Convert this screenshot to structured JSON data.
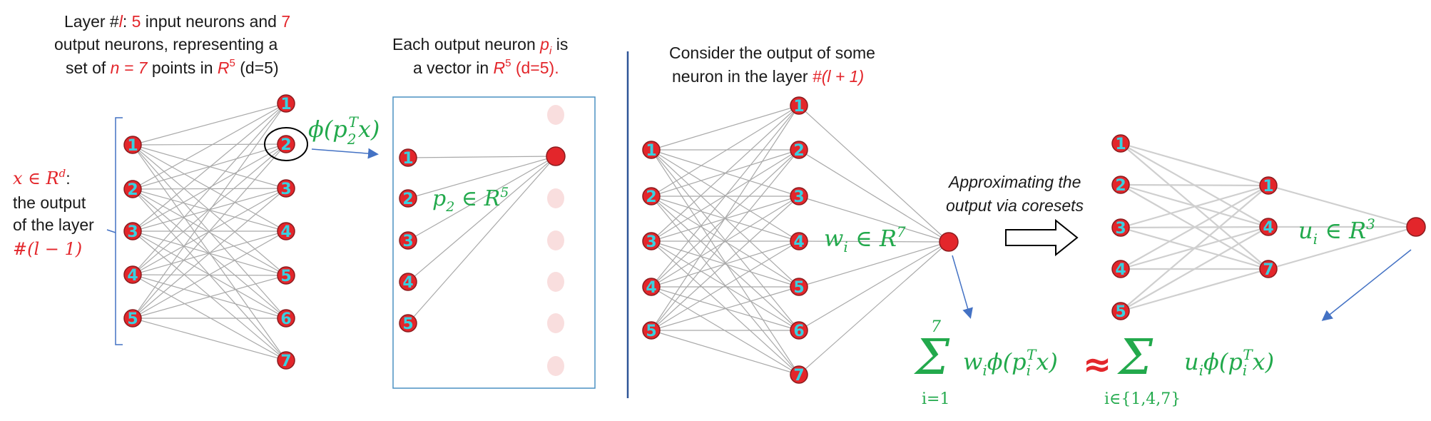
{
  "colors": {
    "red": "#e3262b",
    "green": "#22a94c",
    "cyan": "#39d0e0",
    "blue": "#4472c4",
    "edge": "#a9a9a9"
  },
  "panel1": {
    "title_line1_a": "Layer #",
    "title_line1_l": "l",
    "title_line1_b": ": ",
    "title_line1_5": "5",
    "title_line1_c": " input neurons and ",
    "title_line1_7": "7",
    "title_line2": "output neurons, representing a",
    "title_line3_a": "set of ",
    "title_line3_n": "n = 7",
    "title_line3_b": " points in ",
    "title_line3_r": "R",
    "title_line3_sup": "5",
    "title_line3_c": " (d=5)",
    "x_label": "x ∈ R",
    "x_sup": "d",
    "x_colon": ":",
    "desc1": "the output",
    "desc2": "of the layer",
    "prev_layer": "#(l − 1)",
    "phi_label": "ϕ(p",
    "phi_sub": "2",
    "phi_sup": "T",
    "phi_end": "x)",
    "inputs": [
      "1",
      "2",
      "3",
      "4",
      "5"
    ],
    "outputs": [
      "1",
      "2",
      "3",
      "4",
      "5",
      "6",
      "7"
    ]
  },
  "panel2": {
    "title_line1_a": "Each output neuron ",
    "title_line1_p": "p",
    "title_line1_i": "i",
    "title_line1_b": " is",
    "title_line2_a": "a vector in ",
    "title_line2_r": "R",
    "title_line2_sup": "5",
    "title_line2_b": " (d=5).",
    "p2_label": "p",
    "p2_sub": "2",
    "p2_rest": " ∈ R",
    "p2_sup": "5",
    "inputs": [
      "1",
      "2",
      "3",
      "4",
      "5"
    ]
  },
  "panel3": {
    "title_line1": "Consider the output of some",
    "title_line2_a": "neuron in the layer ",
    "title_line2_b": "#(l + 1)",
    "w_label": "w",
    "w_sub": "i",
    "w_rest": " ∈ R",
    "w_sup": "7",
    "inputs": [
      "1",
      "2",
      "3",
      "4",
      "5"
    ],
    "outputs": [
      "1",
      "2",
      "3",
      "4",
      "5",
      "6",
      "7"
    ]
  },
  "arrow_caption_line1": "Approximating the",
  "arrow_caption_line2": "output via coresets",
  "panel4": {
    "u_label": "u",
    "u_sub": "i",
    "u_rest": " ∈ R",
    "u_sup": "3",
    "inputs": [
      "1",
      "2",
      "3",
      "4",
      "5"
    ],
    "outputs": [
      "1",
      "4",
      "7"
    ]
  },
  "formula": {
    "sum1_top": "7",
    "sum1_bottom": "i=1",
    "term1": "w",
    "term1_sub": "i",
    "term1_b": "ϕ(p",
    "term1_sub2": "i",
    "term1_sup": "T",
    "term1_c": "x)",
    "approx": "≈",
    "sum2_bottom": "i∈{1,4,7}",
    "term2": "u",
    "term2_sub": "i",
    "term2_b": "ϕ(p",
    "term2_sub2": "i",
    "term2_sup": "T",
    "term2_c": "x)"
  }
}
